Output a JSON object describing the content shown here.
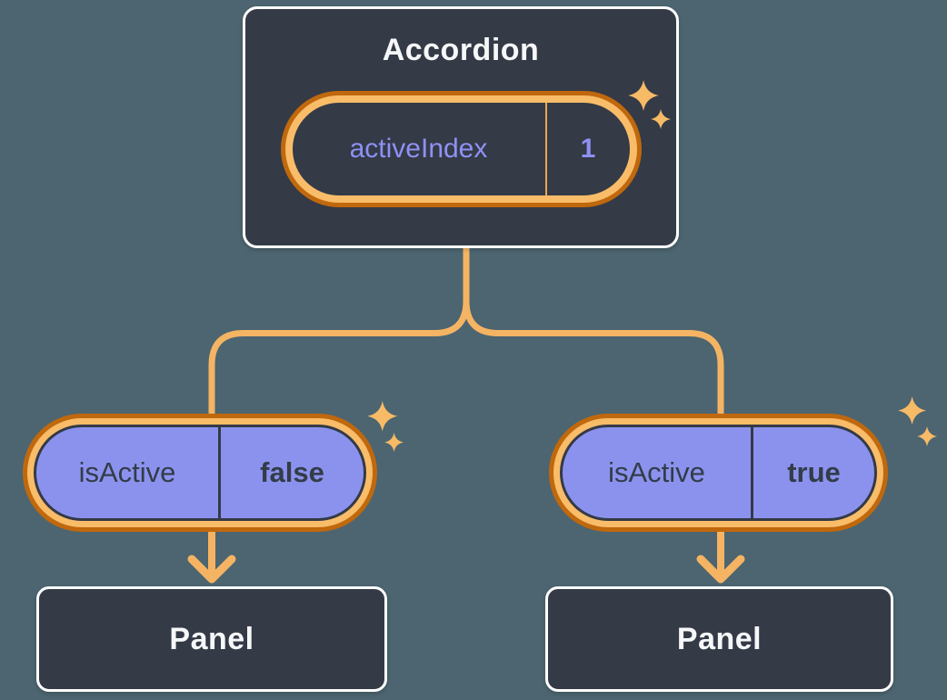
{
  "theme": {
    "bg": "#4C6570",
    "card_bg": "#343A46",
    "card_border": "#FFFFFF",
    "ring_outer": "#C0680D",
    "ring_fill": "#F9BC69",
    "connector": "#F5B463",
    "purple_fill": "#8B92EE",
    "purple_text": "#8E91F3",
    "dark_text": "#333C48",
    "light_text": "#F6F7F9",
    "divider_amber": "#E8A74D",
    "sparkle": "#F7BA67"
  },
  "icons": {
    "sparkle": "✦"
  },
  "accordion": {
    "title": "Accordion",
    "state": {
      "name": "activeIndex",
      "value": "1"
    }
  },
  "children": [
    {
      "state": {
        "name": "isActive",
        "value": "false"
      },
      "panel_label": "Panel"
    },
    {
      "state": {
        "name": "isActive",
        "value": "true"
      },
      "panel_label": "Panel"
    }
  ]
}
